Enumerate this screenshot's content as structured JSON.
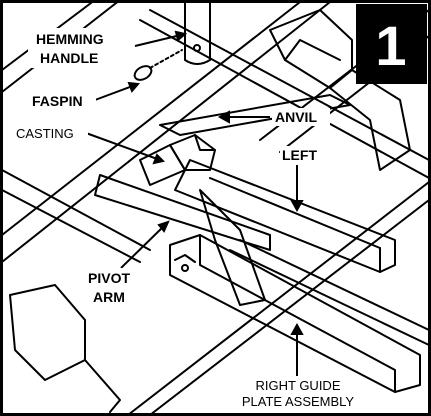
{
  "step_number": "1",
  "labels": {
    "hemming_handle_1": "HEMMING",
    "hemming_handle_2": "HANDLE",
    "faspin": "FASPIN",
    "casting": "CASTING",
    "anvil": "ANVIL",
    "left": "LEFT",
    "pivot_arm_1": "PIVOT",
    "pivot_arm_2": "ARM",
    "right_guide_1": "RIGHT GUIDE",
    "right_guide_2": "PLATE ASSEMBLY"
  },
  "colors": {
    "ink": "#000000",
    "paper": "#ffffff",
    "badge": "#000000"
  }
}
